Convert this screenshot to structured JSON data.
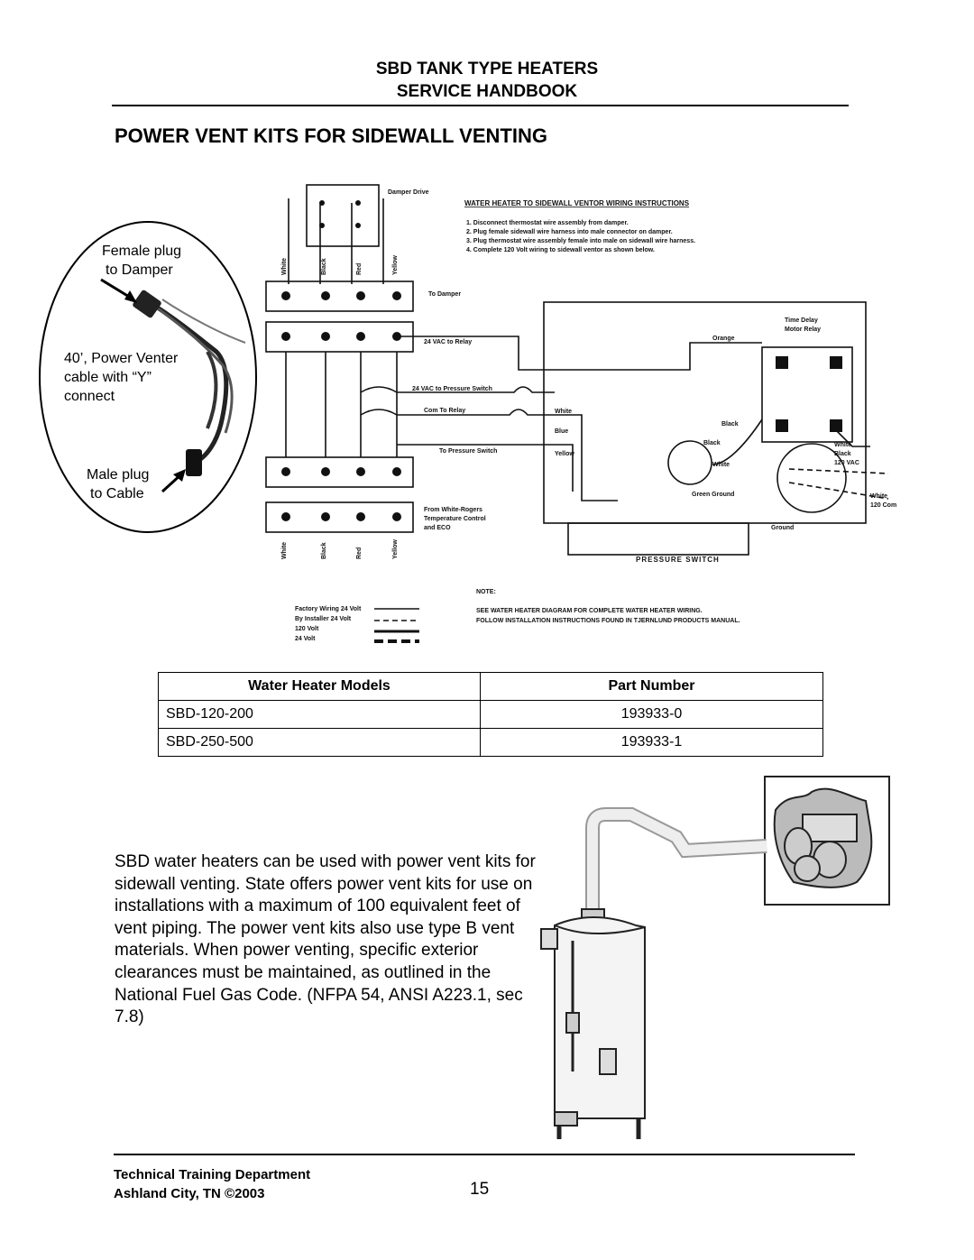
{
  "header": {
    "line1": "SBD TANK TYPE HEATERS",
    "line2": "SERVICE HANDBOOK"
  },
  "page_title": "POWER VENT KITS FOR SIDEWALL VENTING",
  "callouts": {
    "female_plug": [
      "Female plug",
      "to Damper"
    ],
    "cable": [
      "40’, Power Venter",
      "cable with “Y”",
      "connect"
    ],
    "male_plug": [
      "Male plug",
      "to Cable"
    ]
  },
  "diagram": {
    "damper_drive": "Damper Drive",
    "instructions_title": "WATER HEATER TO SIDEWALL VENTOR WIRING INSTRUCTIONS",
    "steps": [
      "1.  Disconnect thermostat wire assembly from damper.",
      "2.  Plug female sidewall wire harness into male connector on damper.",
      "3.  Plug thermostat wire assembly female into male on sidewall wire harness.",
      "4.  Complete 120 Volt wiring to sidewall ventor as shown below."
    ],
    "wire_colors": [
      "White",
      "Black",
      "Red",
      "Yellow"
    ],
    "labels": {
      "to_damper": "To Damper",
      "vac_relay": "24 VAC to Relay",
      "vac_pressure": "24 VAC to Pressure Switch",
      "com_relay": "Com To Relay",
      "to_pressure": "To Pressure Switch",
      "from_wr": [
        "From White-Rogers",
        "Temperature Control",
        "and ECO"
      ],
      "orange": "Orange",
      "time_delay": [
        "Time Delay",
        "Motor Relay"
      ],
      "white": "White",
      "blue": "Blue",
      "yellow": "Yellow",
      "black": "Black",
      "black2": "Black",
      "white2": "White",
      "green_ground": "Green Ground",
      "ground": "Ground",
      "white_black": [
        "White",
        "Black"
      ],
      "vac120": "120 VAC",
      "white_com": [
        "White",
        "120 Com"
      ],
      "pressure_switch": "PRESSURE SWITCH"
    },
    "legend": [
      "Factory Wiring 24 Volt",
      "By Installer 24 Volt",
      "120 Volt",
      "24 Volt"
    ],
    "note_title": "NOTE:",
    "notes": [
      "SEE WATER HEATER DIAGRAM FOR COMPLETE WATER HEATER WIRING.",
      "FOLLOW INSTALLATION INSTRUCTIONS FOUND IN TJERNLUND PRODUCTS MANUAL."
    ]
  },
  "parts_table": {
    "headers": [
      "Water Heater Models",
      "Part Number"
    ],
    "rows": [
      [
        "SBD-120-200",
        "193933-0"
      ],
      [
        "SBD-250-500",
        "193933-1"
      ]
    ]
  },
  "body_paragraph": "SBD water heaters can be used with power vent kits for sidewall venting.  State offers power vent kits for use on installations with a maximum of 100 equivalent feet of vent piping.  The power vent kits also use type B vent materials.  When power venting, specific exterior clearances must be maintained, as outlined in the National Fuel Gas Code.  (NFPA 54, ANSI A223.1, sec 7.8)",
  "footer": {
    "dept": "Technical Training Department",
    "location": "Ashland City, TN  ©2003",
    "page_number": "15"
  }
}
